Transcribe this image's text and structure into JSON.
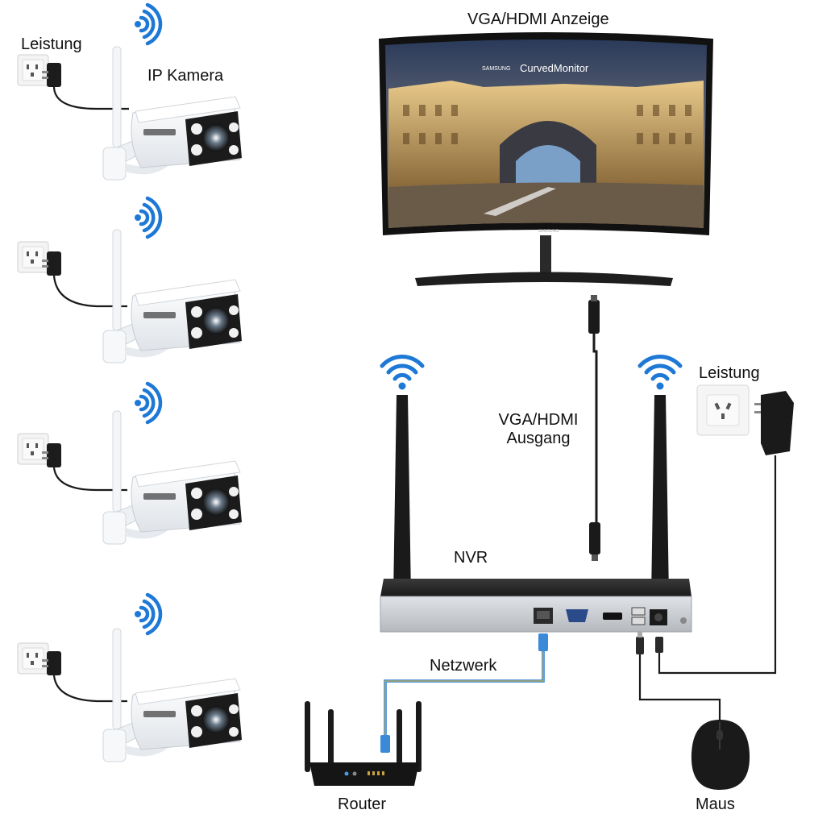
{
  "labels": {
    "power_top": "Leistung",
    "ip_camera": "IP Kamera",
    "display": "VGA/HDMI Anzeige",
    "output_line1": "VGA/HDMI",
    "output_line2": "Ausgang",
    "power_right": "Leistung",
    "nvr": "NVR",
    "network": "Netzwerk",
    "router": "Router",
    "mouse": "Maus"
  },
  "monitor": {
    "brand": "SAMSUNG",
    "model": "CurvedMonitor",
    "bezel_brand": "SAMSUNG"
  },
  "colors": {
    "wifi": "#1e78d6",
    "network_cable": "#2a7fd4",
    "cable": "#1a1a1a",
    "device_dark": "#1c1c1c",
    "nvr_silver": "#c9cdd2"
  },
  "diagram": {
    "camera_count": 4,
    "connections": [
      "camera-wifi",
      "nvr-wifi",
      "vga-hdmi-cable",
      "network-cable",
      "mouse-usb",
      "power-adapter"
    ]
  }
}
